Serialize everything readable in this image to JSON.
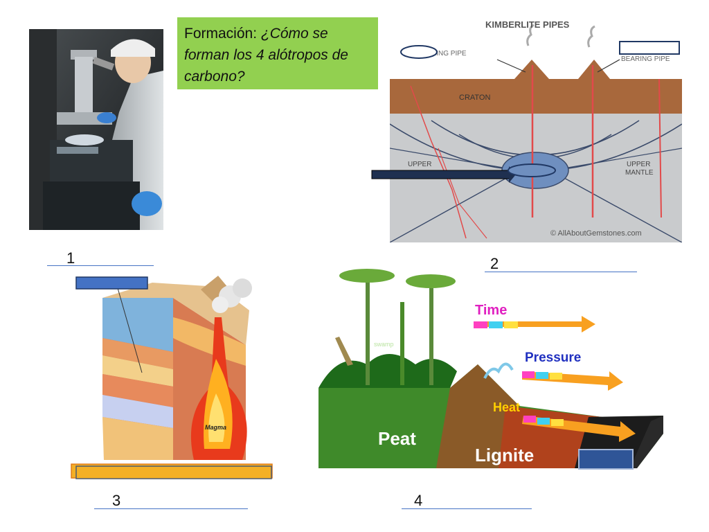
{
  "title": {
    "prefix": "Formación: ",
    "question": "¿Cómo se forman los 4 alótropos de carbono?"
  },
  "kimberlite": {
    "heading": "KIMBERLITE PIPES",
    "bearing_pipe_left": "BEARING PIPE",
    "bearing_pipe_right": "BEARING PIPE",
    "craton": "CRATON",
    "upper_left": "UPPER",
    "upper_mantle_line1": "UPPER",
    "upper_mantle_line2": "MANTLE",
    "credit": "© AllAboutGemstones.com"
  },
  "volcano": {
    "magma": "Magma"
  },
  "coal": {
    "time": "Time",
    "pressure": "Pressure",
    "heat": "Heat",
    "peat": "Peat",
    "lignite": "Lignite",
    "swamp": "swamp"
  },
  "numbers": [
    "1",
    "2",
    "3",
    "4"
  ],
  "colors": {
    "title_bg": "#92d050",
    "label_box_fill": "#4472c4",
    "label_box_border": "#203864",
    "answer_line": "#4472c4",
    "time": "#e020c0",
    "pressure": "#2030c0",
    "heat": "#ffd000"
  }
}
